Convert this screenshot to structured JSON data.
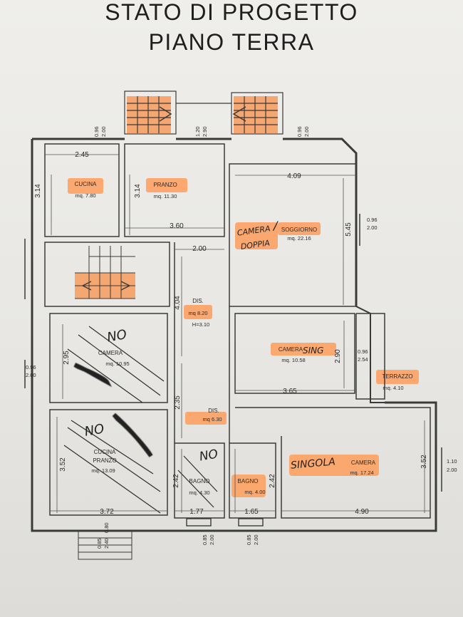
{
  "header": {
    "line1": "STATO DI PROGETTO",
    "line2": "PIANO TERRA"
  },
  "rooms": {
    "cucina": {
      "name": "CUCINA",
      "area": "mq. 7.80"
    },
    "pranzo": {
      "name": "PRANZO",
      "area": "mq. 11.30"
    },
    "soggiorno": {
      "name": "SOGGIORNO",
      "area": "mq. 22.16"
    },
    "dis1": {
      "name": "DIS.",
      "area": "mq 8.20",
      "height": "H=3.10"
    },
    "camera_singola": {
      "name": "CAMERA",
      "area": "mq. 10.58"
    },
    "terrazzo": {
      "name": "TERRAZZO",
      "area": "mq. 4.10"
    },
    "camera_left": {
      "name": "CAMERA",
      "area": "mq. 10.95"
    },
    "dis2": {
      "name": "DIS.",
      "area": "mq 6.30"
    },
    "cucina_pranzo": {
      "name1": "CUCINA",
      "name2": "PRANZO",
      "area": "mq. 13.09"
    },
    "bagno1": {
      "name": "BAGNO",
      "area": "mq. 4.30"
    },
    "bagno2": {
      "name": "BAGNO",
      "area": "mq. 4.00"
    },
    "camera_big": {
      "name": "CAMERA",
      "area": "mq. 17.24"
    }
  },
  "dimensions": {
    "d245": "2.45",
    "d314a": "3.14",
    "d314b": "3.14",
    "d360": "3.60",
    "d409": "4.09",
    "d545": "5.45",
    "d200": "2.00",
    "d404": "4.04",
    "d295": "2.95",
    "d290": "2.90",
    "d365": "3.65",
    "d235": "2.35",
    "d352a": "3.52",
    "d242a": "2.42",
    "d242b": "2.42",
    "d352b": "3.52",
    "d372": "3.72",
    "d177": "1.77",
    "d165": "1.65",
    "d490": "4.90"
  },
  "openings": {
    "w1a": "0.96",
    "w1b": "2.00",
    "w2a": "1.20",
    "w2b": "2.90",
    "w3a": "0.96",
    "w3b": "2.00",
    "w4a": "0.96",
    "w4b": "2.00",
    "w5a": "0.96",
    "w5b": "2.54",
    "w6a": "0.96",
    "w6b": "2.00",
    "w7a": "1.10",
    "w7b": "2.00",
    "w8a": "0.85",
    "w8b": "2.00",
    "w9a": "0.85",
    "w9b": "2.00",
    "w10a": "0.85",
    "w10b": "2.40",
    "w10c": "0.80"
  },
  "handwriting": {
    "camera_doppia1": "CAMERA",
    "camera_doppia2": "DOPPIA",
    "slash": "/",
    "singola_top": "SING",
    "singola_big": "SINGOLA",
    "no1": "NO",
    "no2": "NO",
    "no3": "NO"
  },
  "colors": {
    "highlight": "#ff9d5c",
    "stair": "#f6a064",
    "wall": "#3a3a3a",
    "ink": "#222222"
  }
}
